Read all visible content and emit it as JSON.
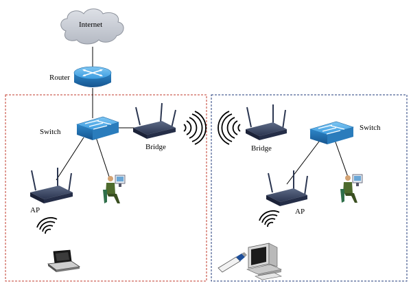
{
  "labels": {
    "internet": "Internet",
    "router": "Router",
    "switch_left": "Switch",
    "bridge_left": "Bridge",
    "ap_left": "AP",
    "bridge_right": "Bridge",
    "switch_right": "Switch",
    "ap_right": "AP"
  },
  "colors": {
    "segment_left_border": "#c0392b",
    "segment_right_border": "#1f3a7a",
    "network_device_blue": "#2f8fd1",
    "access_point_body": "#2a3550",
    "cloud": "#c7cbd3"
  },
  "icons": [
    "cloud-icon",
    "router-icon",
    "switch-icon",
    "access-point-icon",
    "wireless-signal-icon",
    "user-workstation-icon",
    "laptop-icon",
    "desktop-pc-icon",
    "usb-wireless-adapter-icon"
  ]
}
